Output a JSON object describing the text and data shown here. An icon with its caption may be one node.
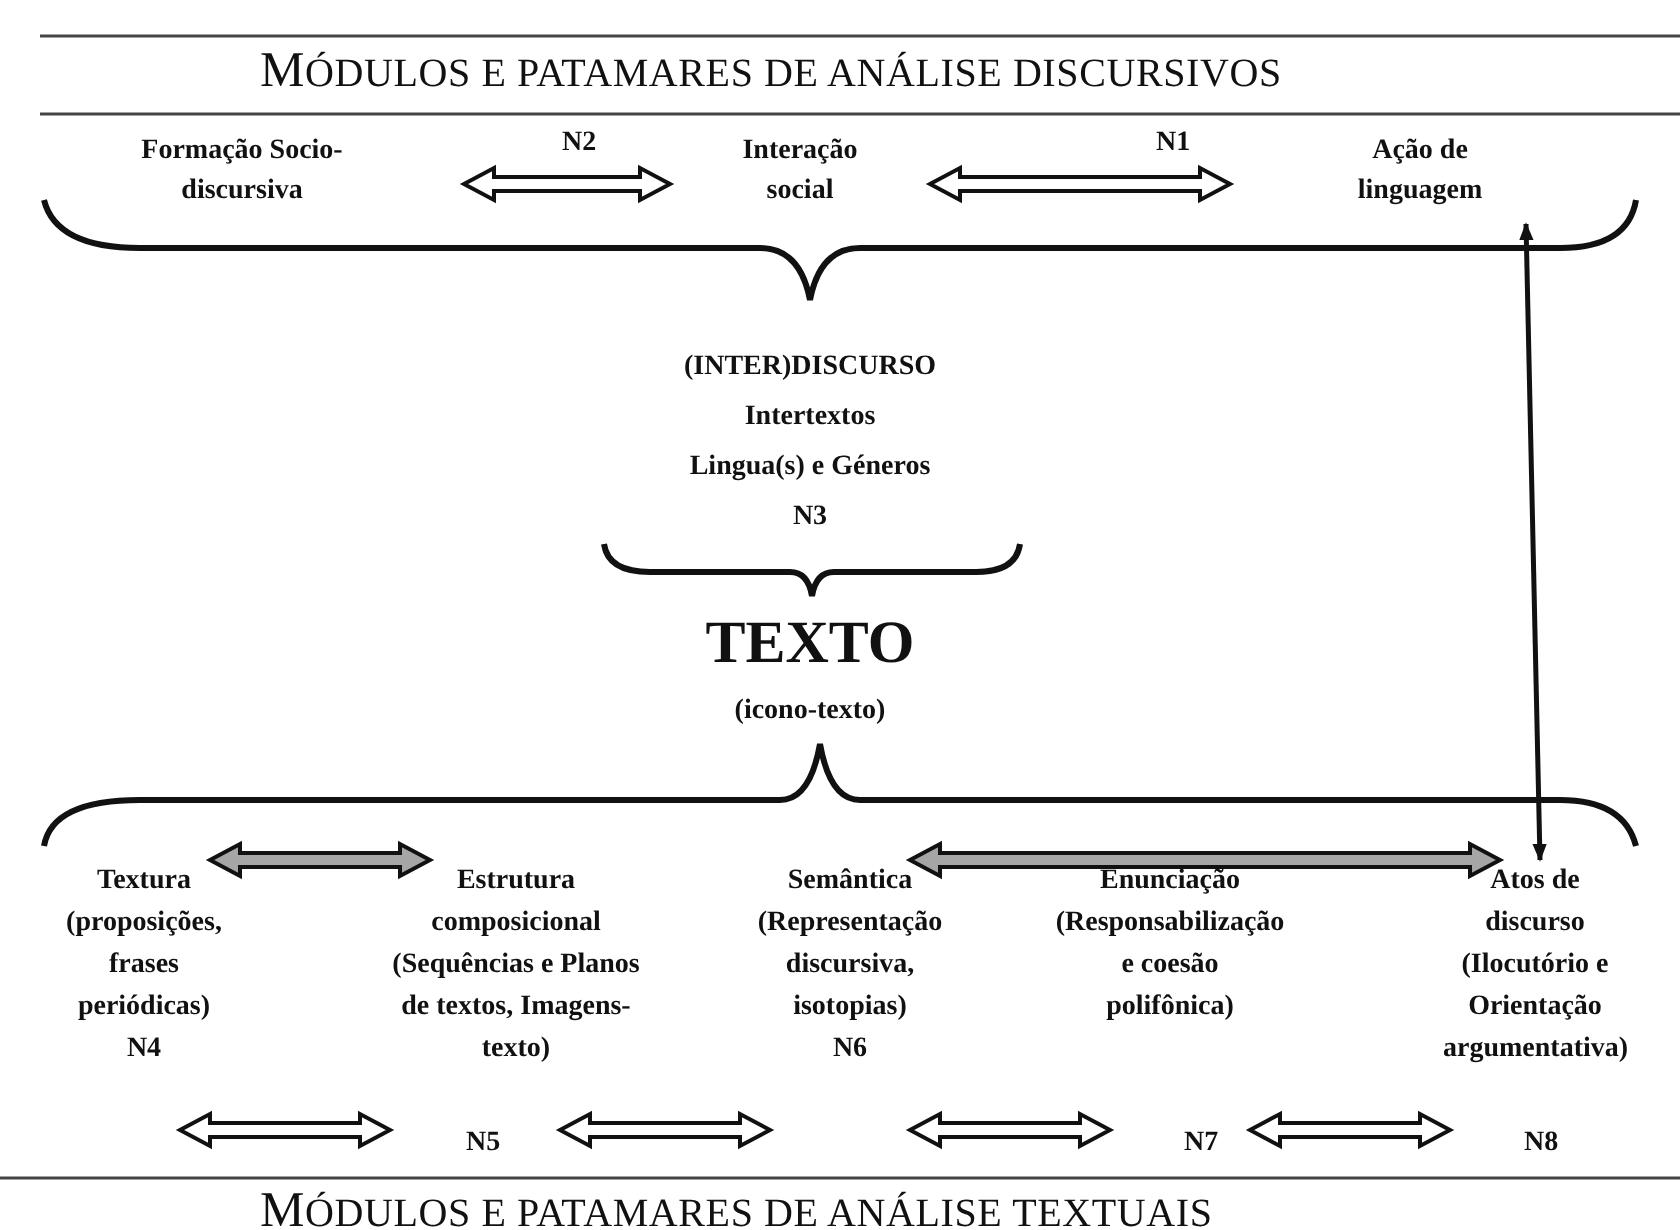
{
  "diagram": {
    "title": "MÓDULOS E PATAMARES DE ANÁLISE DISCURSIVOS",
    "nodes": [
      {
        "text": [
          "Formação Socio-discursiva"
        ]
      },
      {
        "text": [
          "Interação social"
        ]
      },
      {
        "text": [
          "Ação de linguagem"
        ]
      },
      {
        "text": [
          "(INTER)DISCURSO",
          "Intertextos",
          "Lingua(s) e Géneros",
          "N3"
        ]
      },
      {
        "text": [
          "TEXTO",
          "(icono-texto)"
        ]
      },
      {
        "text": [
          "Textura",
          "(proposições, frases periódicas)",
          "N4"
        ]
      },
      {
        "text": [
          "Estrutura composicional",
          "(Sequências e Planos de textos, Imagens-texto)"
        ]
      },
      {
        "text": [
          "Semântica",
          "(Representação discursiva, isotopias)",
          "N6"
        ]
      },
      {
        "text": [
          "Enunciação",
          "(Responsabilização e coesão polifônica)"
        ]
      },
      {
        "text": [
          "Atos de discurso",
          "(Ilocutório e Orientação argumentativa)"
        ]
      }
    ],
    "edges": [
      {
        "from": 0,
        "to": 1,
        "arrow": "both",
        "label": "N2",
        "style": "thick"
      },
      {
        "from": 1,
        "to": 2,
        "arrow": "both",
        "label": "N1",
        "style": "thick"
      },
      {
        "from": 2,
        "to": 9,
        "arrow": "both"
      },
      {
        "from": 5,
        "to": 6,
        "arrow": "both",
        "style": "thick",
        "color": "#a6a6a6"
      },
      {
        "from": 7,
        "to": 9,
        "arrow": "both",
        "style": "thick",
        "color": "#a6a6a6"
      },
      {
        "from": 5,
        "to": 6,
        "arrow": "both",
        "style": "thick"
      },
      {
        "from": 6,
        "to": 7,
        "arrow": "both",
        "style": "thick"
      },
      {
        "from": 7,
        "to": 8,
        "arrow": "both",
        "style": "thick"
      },
      {
        "from": 8,
        "to": 9,
        "arrow": "both",
        "style": "thick"
      }
    ],
    "labels": [
      "N5",
      "N7",
      "N8",
      "MÓDULOS E PATAMARES DE ANÁLISE TEXTUAIS"
    ]
  }
}
